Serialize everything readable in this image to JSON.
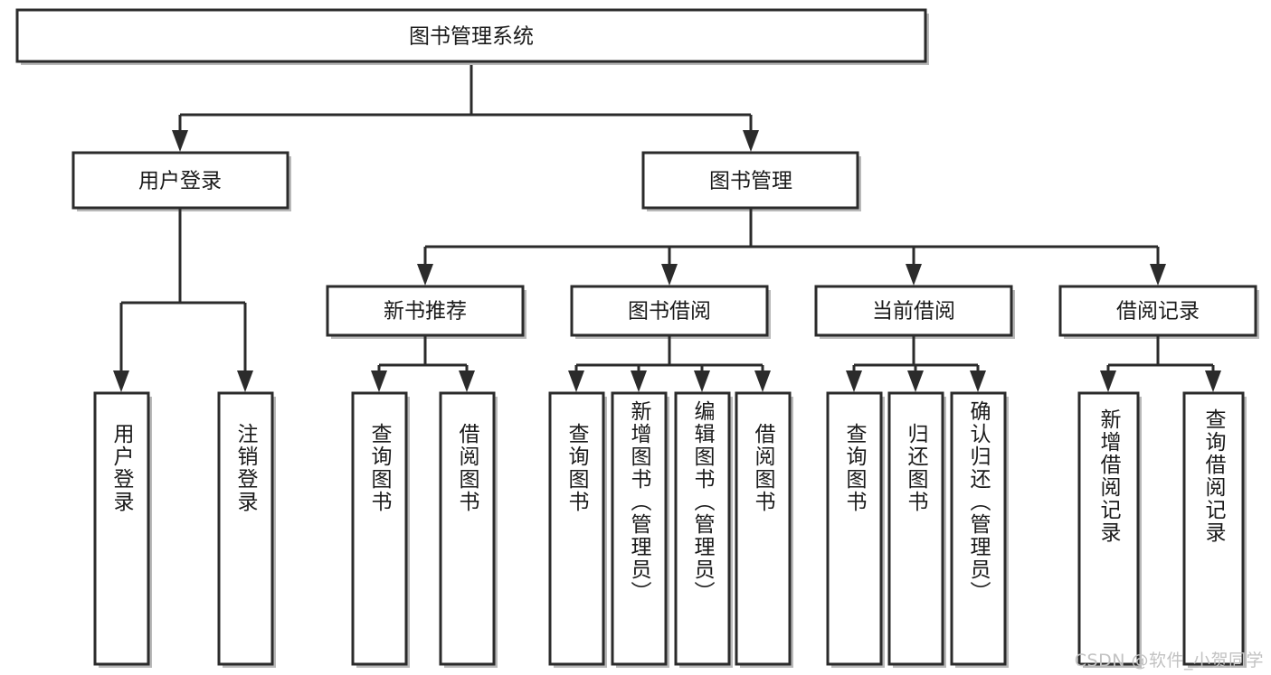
{
  "diagram": {
    "type": "tree-hierarchy",
    "title": "图书管理系统",
    "watermark": "CSDN @软件_小贺同学",
    "colors": {
      "box_stroke": "#2b2b2b",
      "box_fill": "#ffffff",
      "text": "#1a1a1a",
      "shadow": "#b9b9b9",
      "watermark": "#c2c2c2",
      "background": "#ffffff"
    },
    "root": {
      "label": "图书管理系统"
    },
    "level2": [
      {
        "id": "user-login",
        "label": "用户登录"
      },
      {
        "id": "book-manage",
        "label": "图书管理"
      }
    ],
    "level3": [
      {
        "id": "new-book-rec",
        "label": "新书推荐",
        "parent": "book-manage"
      },
      {
        "id": "book-borrow",
        "label": "图书借阅",
        "parent": "book-manage"
      },
      {
        "id": "current-borrow",
        "label": "当前借阅",
        "parent": "book-manage"
      },
      {
        "id": "borrow-record",
        "label": "借阅记录",
        "parent": "book-manage"
      }
    ],
    "leaves": {
      "user-login": [
        {
          "id": "leaf-user-login",
          "label": "用户登录"
        },
        {
          "id": "leaf-logout",
          "label": "注销登录"
        }
      ],
      "new-book-rec": [
        {
          "id": "leaf-query-book-1",
          "label": "查询图书"
        },
        {
          "id": "leaf-borrow-book-1",
          "label": "借阅图书"
        }
      ],
      "book-borrow": [
        {
          "id": "leaf-query-book-2",
          "label": "查询图书"
        },
        {
          "id": "leaf-add-book",
          "label": "新增图书（管理员）"
        },
        {
          "id": "leaf-edit-book",
          "label": "编辑图书（管理员）"
        },
        {
          "id": "leaf-borrow-book-2",
          "label": "借阅图书"
        }
      ],
      "current-borrow": [
        {
          "id": "leaf-query-book-3",
          "label": "查询图书"
        },
        {
          "id": "leaf-return-book",
          "label": "归还图书"
        },
        {
          "id": "leaf-confirm-return",
          "label": "确认归还（管理员）"
        }
      ],
      "borrow-record": [
        {
          "id": "leaf-add-record",
          "label": "新增借阅记录"
        },
        {
          "id": "leaf-query-record",
          "label": "查询借阅记录"
        }
      ]
    }
  }
}
